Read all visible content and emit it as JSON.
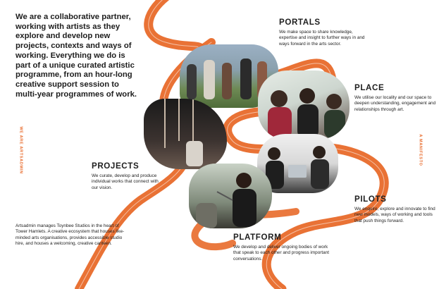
{
  "intro": {
    "text": "We are a collaborative partner, working with artists as they explore and develop new projects, contexts and ways of working. Everything we do is part of a unique curated artistic programme, from an hour-long creative support session to multi-year programmes of work."
  },
  "side_labels": {
    "left": "WE ARE ARTSADMIN",
    "right": "A MANIFESTO"
  },
  "sections": {
    "portals": {
      "title": "PORTALS",
      "body": "We make space to share knowledge, expertise and insight to further ways in and ways forward in the arts sector."
    },
    "place": {
      "title": "PLACE",
      "body": "We utilise our locality and our space to deepen understanding, engagement and relationships through art."
    },
    "projects": {
      "title": "PROJECTS",
      "body": "We curate, develop and produce individual works that connect with our vision."
    },
    "pilots": {
      "title": "PILOTS",
      "body": "We enquire, explore and innovate to find new models, ways of working and tools that push things forward."
    },
    "platform": {
      "title": "PLATFORM",
      "body": "We develop and deliver ongoing bodies of work that speak to each other and progress important conversations."
    }
  },
  "footer": {
    "text": "Artsadmin manages Toynbee Studios in the heart of Tower Hamlets. A creative ecosystem that houses like-minded arts organisations, provides accessible studio hire, and houses a welcoming, creative canteen."
  },
  "colors": {
    "accent": "#e86a2a",
    "text": "#1e1e1e"
  }
}
